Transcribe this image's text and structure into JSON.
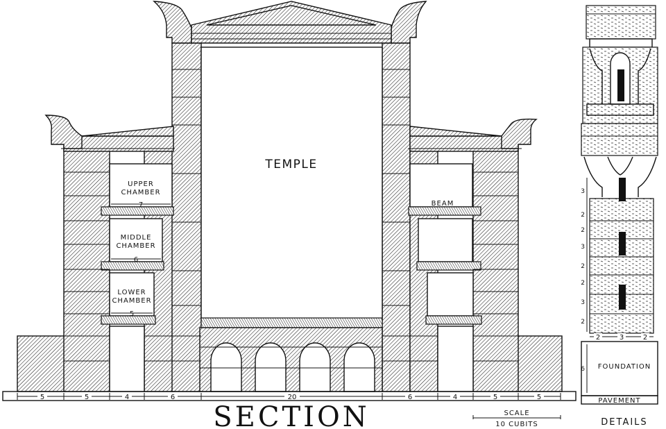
{
  "title": "SECTION",
  "details_label": "DETAILS",
  "scale": {
    "label": "SCALE",
    "units": "10 CUBITS"
  },
  "rooms": {
    "temple": "TEMPLE",
    "upper": [
      "UPPER",
      "CHAMBER"
    ],
    "middle": [
      "MIDDLE",
      "CHAMBER"
    ],
    "lower": [
      "LOWER",
      "CHAMBER"
    ],
    "beam": "BEAM"
  },
  "chamber_widths": {
    "upper": "7",
    "middle": "6",
    "lower": "5"
  },
  "bottom_dims": [
    "5",
    "5",
    "4",
    "6",
    "20",
    "6",
    "4",
    "5",
    "5"
  ],
  "details": {
    "foundation": "FOUNDATION",
    "pavement": "PAVEMENT",
    "foundation_height": "6",
    "base_widths": [
      "2",
      "3",
      "2"
    ],
    "column_heights": [
      "3",
      "2",
      "2",
      "3",
      "2",
      "2",
      "3",
      "2"
    ]
  }
}
